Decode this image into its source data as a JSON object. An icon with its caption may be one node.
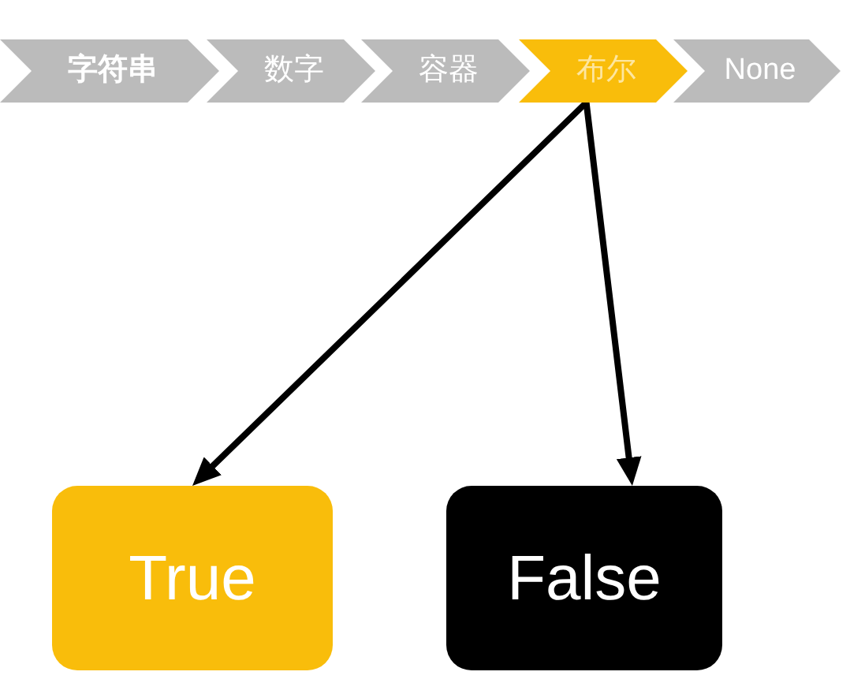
{
  "diagram": {
    "nodes": [
      {
        "text": [
          "字符串"
        ]
      },
      {
        "text": [
          "数字"
        ]
      },
      {
        "text": [
          "容器"
        ]
      },
      {
        "text": [
          "布尔"
        ]
      },
      {
        "text": [
          "None"
        ]
      },
      {
        "text": [
          "True"
        ]
      },
      {
        "text": [
          "False"
        ]
      }
    ],
    "edges": [
      {
        "from": 3,
        "to": 5,
        "arrow": "to"
      },
      {
        "from": 3,
        "to": 6,
        "arrow": "to"
      }
    ]
  }
}
